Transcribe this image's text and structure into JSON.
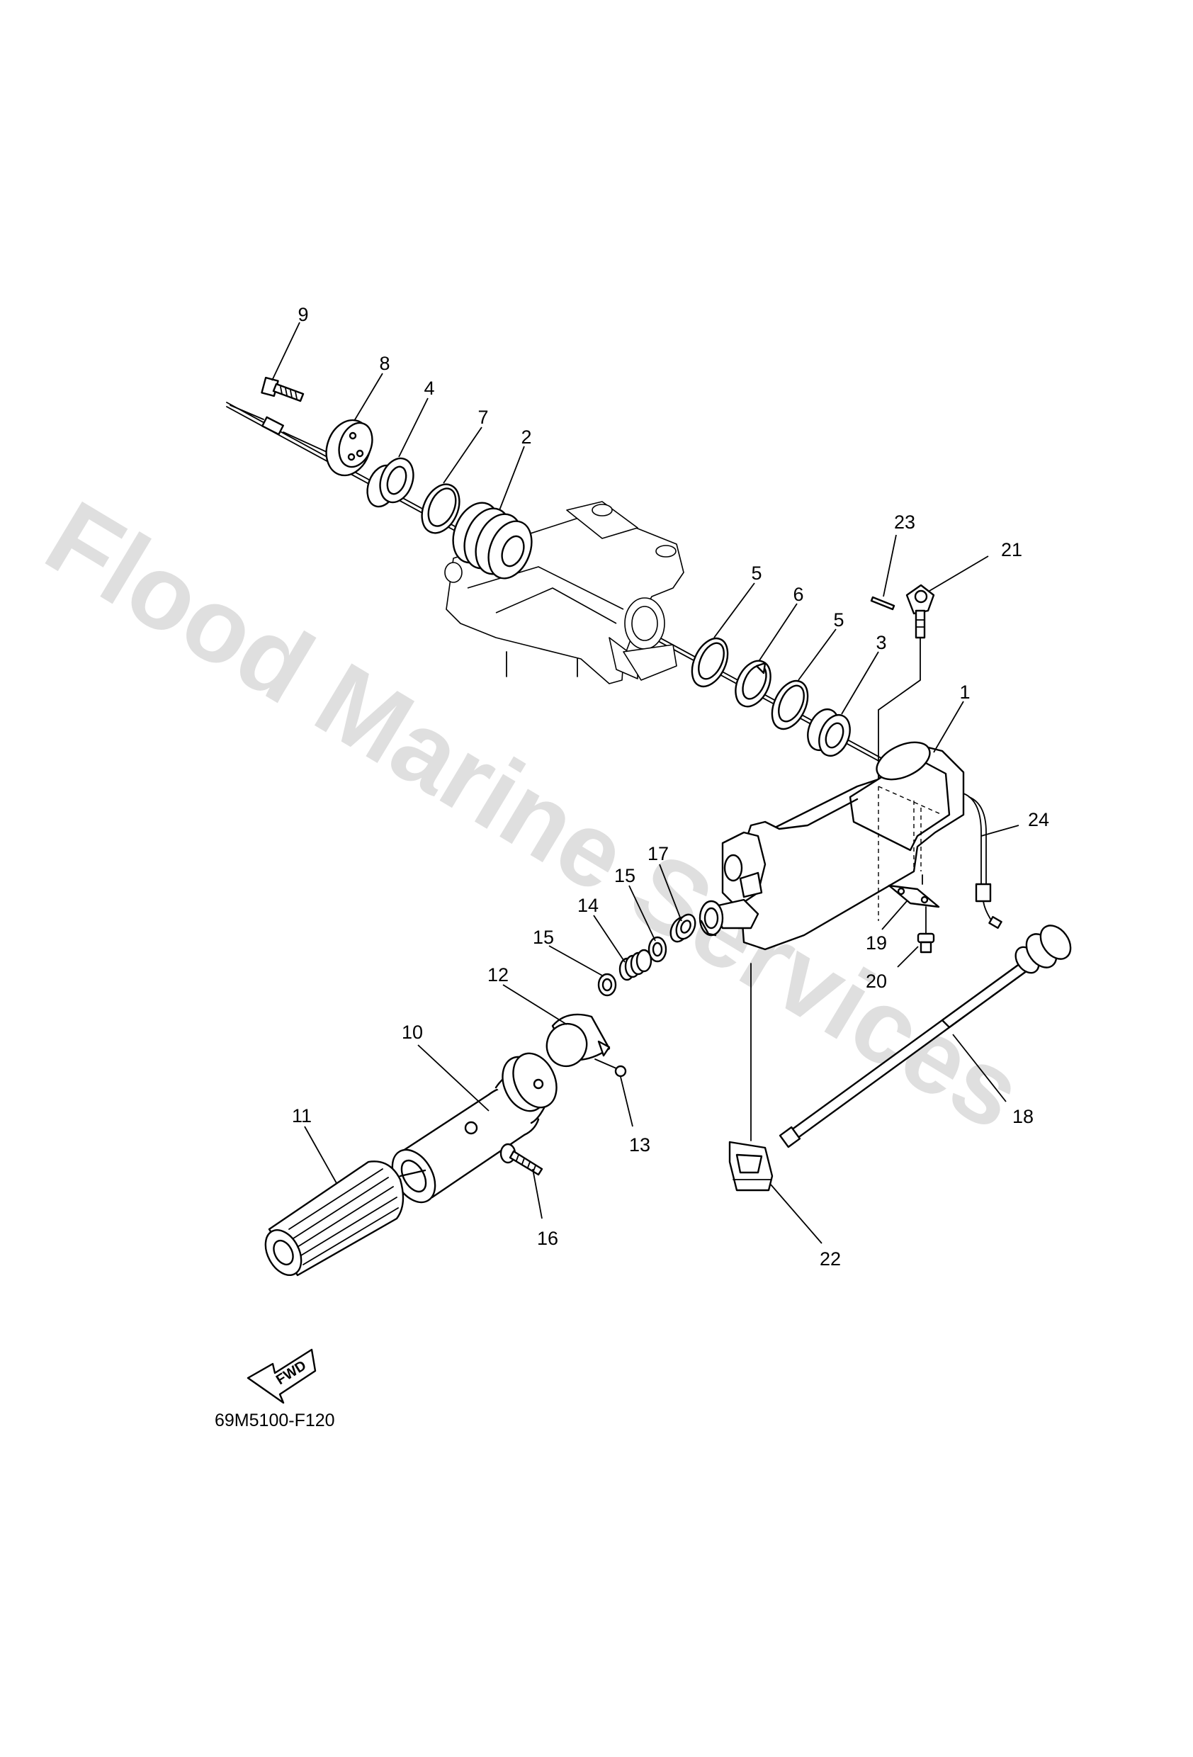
{
  "diagram": {
    "part_code": "69M5100-F120",
    "watermark": "Flood Marine Services",
    "direction_label": "FWD",
    "callouts": [
      {
        "label": "1"
      },
      {
        "label": "2"
      },
      {
        "label": "3"
      },
      {
        "label": "4"
      },
      {
        "label": "5"
      },
      {
        "label": "5"
      },
      {
        "label": "6"
      },
      {
        "label": "7"
      },
      {
        "label": "8"
      },
      {
        "label": "9"
      },
      {
        "label": "10"
      },
      {
        "label": "11"
      },
      {
        "label": "12"
      },
      {
        "label": "13"
      },
      {
        "label": "14"
      },
      {
        "label": "15"
      },
      {
        "label": "15"
      },
      {
        "label": "16"
      },
      {
        "label": "17"
      },
      {
        "label": "18"
      },
      {
        "label": "19"
      },
      {
        "label": "20"
      },
      {
        "label": "21"
      },
      {
        "label": "22"
      },
      {
        "label": "23"
      },
      {
        "label": "24"
      }
    ]
  }
}
